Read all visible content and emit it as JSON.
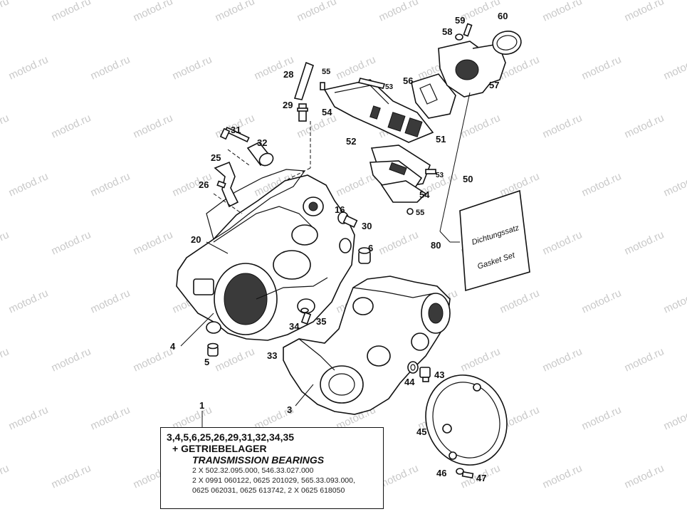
{
  "watermark": "motod.ru",
  "callouts": {
    "c1": "1",
    "c3": "3",
    "c4": "4",
    "c5": "5",
    "c6": "6",
    "c16": "16",
    "c20": "20",
    "c25": "25",
    "c26": "26",
    "c28": "28",
    "c29": "29",
    "c30": "30",
    "c31": "31",
    "c32": "32",
    "c33": "33",
    "c34": "34",
    "c35": "35",
    "c43": "43",
    "c44": "44",
    "c45": "45",
    "c46": "46",
    "c47": "47",
    "c50": "50",
    "c51": "51",
    "c52": "52",
    "c53a": "53",
    "c53b": "53",
    "c54a": "54",
    "c54b": "54",
    "c55a": "55",
    "c55b": "55",
    "c56": "56",
    "c57": "57",
    "c58": "58",
    "c59": "59",
    "c60": "60",
    "c80": "80"
  },
  "gasket_set": {
    "text_de": "Dichtungssatz",
    "text_en": "Gasket Set"
  },
  "parts_box": {
    "line1": "3,4,5,6,25,26,29,31,32,34,35",
    "line2": "+ GETRIEBELAGER",
    "line3": "TRANSMISSION BEARINGS",
    "detail1": "2 X 502.32.095.000, 546.33.027.000",
    "detail2": "2 X 0991 060122, 0625 201029, 565.33.093.000,",
    "detail3": "0625 062031, 0625 613742, 2 X 0625 618050"
  }
}
